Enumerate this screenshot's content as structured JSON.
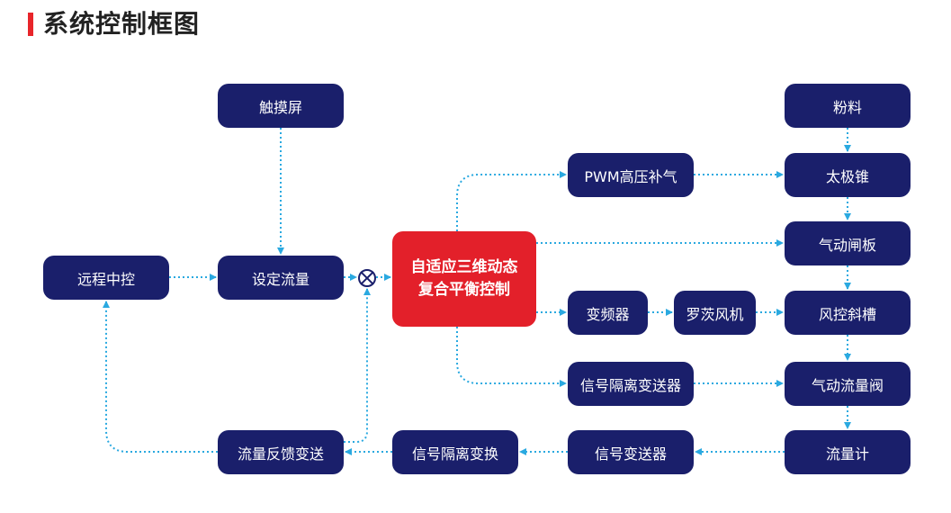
{
  "header": {
    "title": "系统控制框图"
  },
  "nodes": {
    "touch": "触摸屏",
    "remote": "远程中控",
    "setflow": "设定流量",
    "core_line1": "自适应三维动态",
    "core_line2": "复合平衡控制",
    "pwm": "PWM高压补气",
    "vfd": "变频器",
    "blower": "罗茨风机",
    "iso_tx": "信号隔离变送器",
    "powder": "粉料",
    "cone": "太极锥",
    "gate": "气动闸板",
    "chute": "风控斜槽",
    "valve": "气动流量阀",
    "meter": "流量计",
    "sig_tx": "信号变送器",
    "iso_conv": "信号隔离变换",
    "fb_tx": "流量反馈变送"
  },
  "colors": {
    "node": "#1a1f6b",
    "core": "#e3202a",
    "connector": "#2aa9e0",
    "title_accent": "#e8252a"
  },
  "icons": {
    "summing_junction": "summing-junction-icon"
  }
}
